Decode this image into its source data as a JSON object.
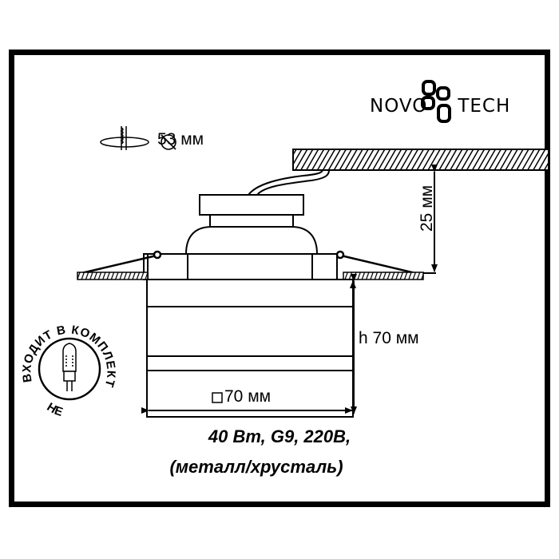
{
  "brand": {
    "name": "NOVOTECH",
    "left_part": "NOVO",
    "right_part": "TECH"
  },
  "cutout": {
    "icon": "ceiling-cutout-icon",
    "diameter_symbol": "⌀",
    "label": "53 мм"
  },
  "dimensions": {
    "recess_depth": "25 мм",
    "height": "h 70 мм",
    "width_symbol": "□",
    "width": "70 мм"
  },
  "lamp_badge": {
    "text": "НЕ ВХОДИТ В КОМПЛЕКТ",
    "icon": "g9-bulb-icon"
  },
  "specs": {
    "line1": "40 Вт, G9, 220В,",
    "line2": "(металл/хрусталь)"
  },
  "colors": {
    "line": "#000000",
    "background": "#ffffff"
  }
}
